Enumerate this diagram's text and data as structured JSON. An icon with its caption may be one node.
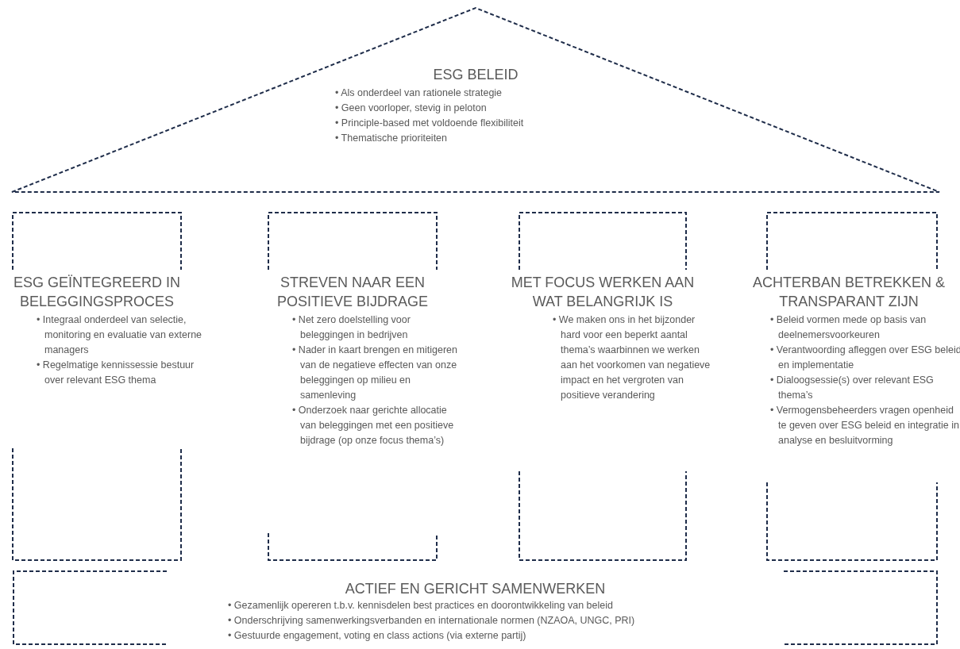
{
  "diagram": {
    "nodes": [
      {
        "text": [
          "ESG BELEID",
          "• Als onderdeel van rationele strategie",
          "• Geen voorloper, stevig in peloton",
          "• Principle-based met voldoende flexibiliteit",
          "• Thematische prioriteiten"
        ]
      },
      {
        "text": [
          "ESG GEÏNTEGREERD IN BELEGGINGSPROCES",
          "• Integraal onderdeel van selectie, monitoring en evaluatie van externe managers",
          "• Regelmatige kennissessie bestuur over relevant ESG thema"
        ]
      },
      {
        "text": [
          "STREVEN NAAR EEN POSITIEVE BIJDRAGE",
          "• Net zero doelstelling voor beleggingen in bedrijven",
          "• Nader in kaart brengen en mitigeren van de negatieve effecten van onze beleggingen op milieu en samenleving",
          "• Onderzoek naar gerichte allocatie van beleggingen met een positieve bijdrage (op onze focus thema’s)"
        ]
      },
      {
        "text": [
          "MET FOCUS WERKEN AAN WAT BELANGRIJK IS",
          "• We maken ons  in het bijzonder hard voor een beperkt aantal thema’s waarbinnen we werken aan het voorkomen van negatieve impact en het vergroten van positieve verandering"
        ]
      },
      {
        "text": [
          "ACHTERBAN BETREKKEN & TRANSPARANT ZIJN",
          "• Beleid vormen mede op basis van deelnemersvoorkeuren",
          "• Verantwoording afleggen over ESG beleid en implementatie",
          "• Dialoogsessie(s) over relevant ESG thema’s",
          "• Vermogensbeheerders vragen openheid te geven over ESG beleid en integratie in analyse en besluitvorming"
        ]
      },
      {
        "text": [
          "ACTIEF EN GERICHT SAMENWERKEN",
          "• Gezamenlijk opereren t.b.v. kennisdelen best practices en doorontwikkeling van beleid",
          "• Onderschrijving samenwerkingsverbanden en internationale normen (NZAOA, UNGC, PRI)",
          "• Gestuurde engagement, voting en class actions (via externe partij)"
        ]
      }
    ]
  }
}
